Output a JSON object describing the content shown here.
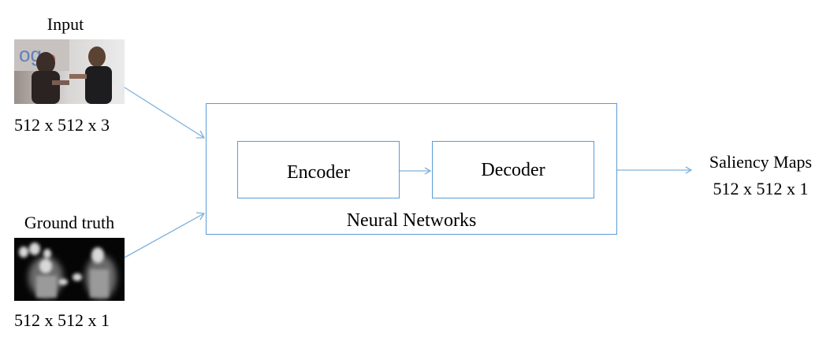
{
  "input": {
    "title": "Input",
    "dims": "512 x 512 x 3"
  },
  "ground_truth": {
    "title": "Ground truth",
    "dims": "512 x 512 x 1"
  },
  "network": {
    "label": "Neural Networks",
    "encoder_label": "Encoder",
    "decoder_label": "Decoder"
  },
  "output": {
    "title": "Saliency Maps",
    "dims": "512 x 512 x 1"
  },
  "colors": {
    "box_border": "#5b9bd5",
    "arrow": "#7fb2dc"
  }
}
